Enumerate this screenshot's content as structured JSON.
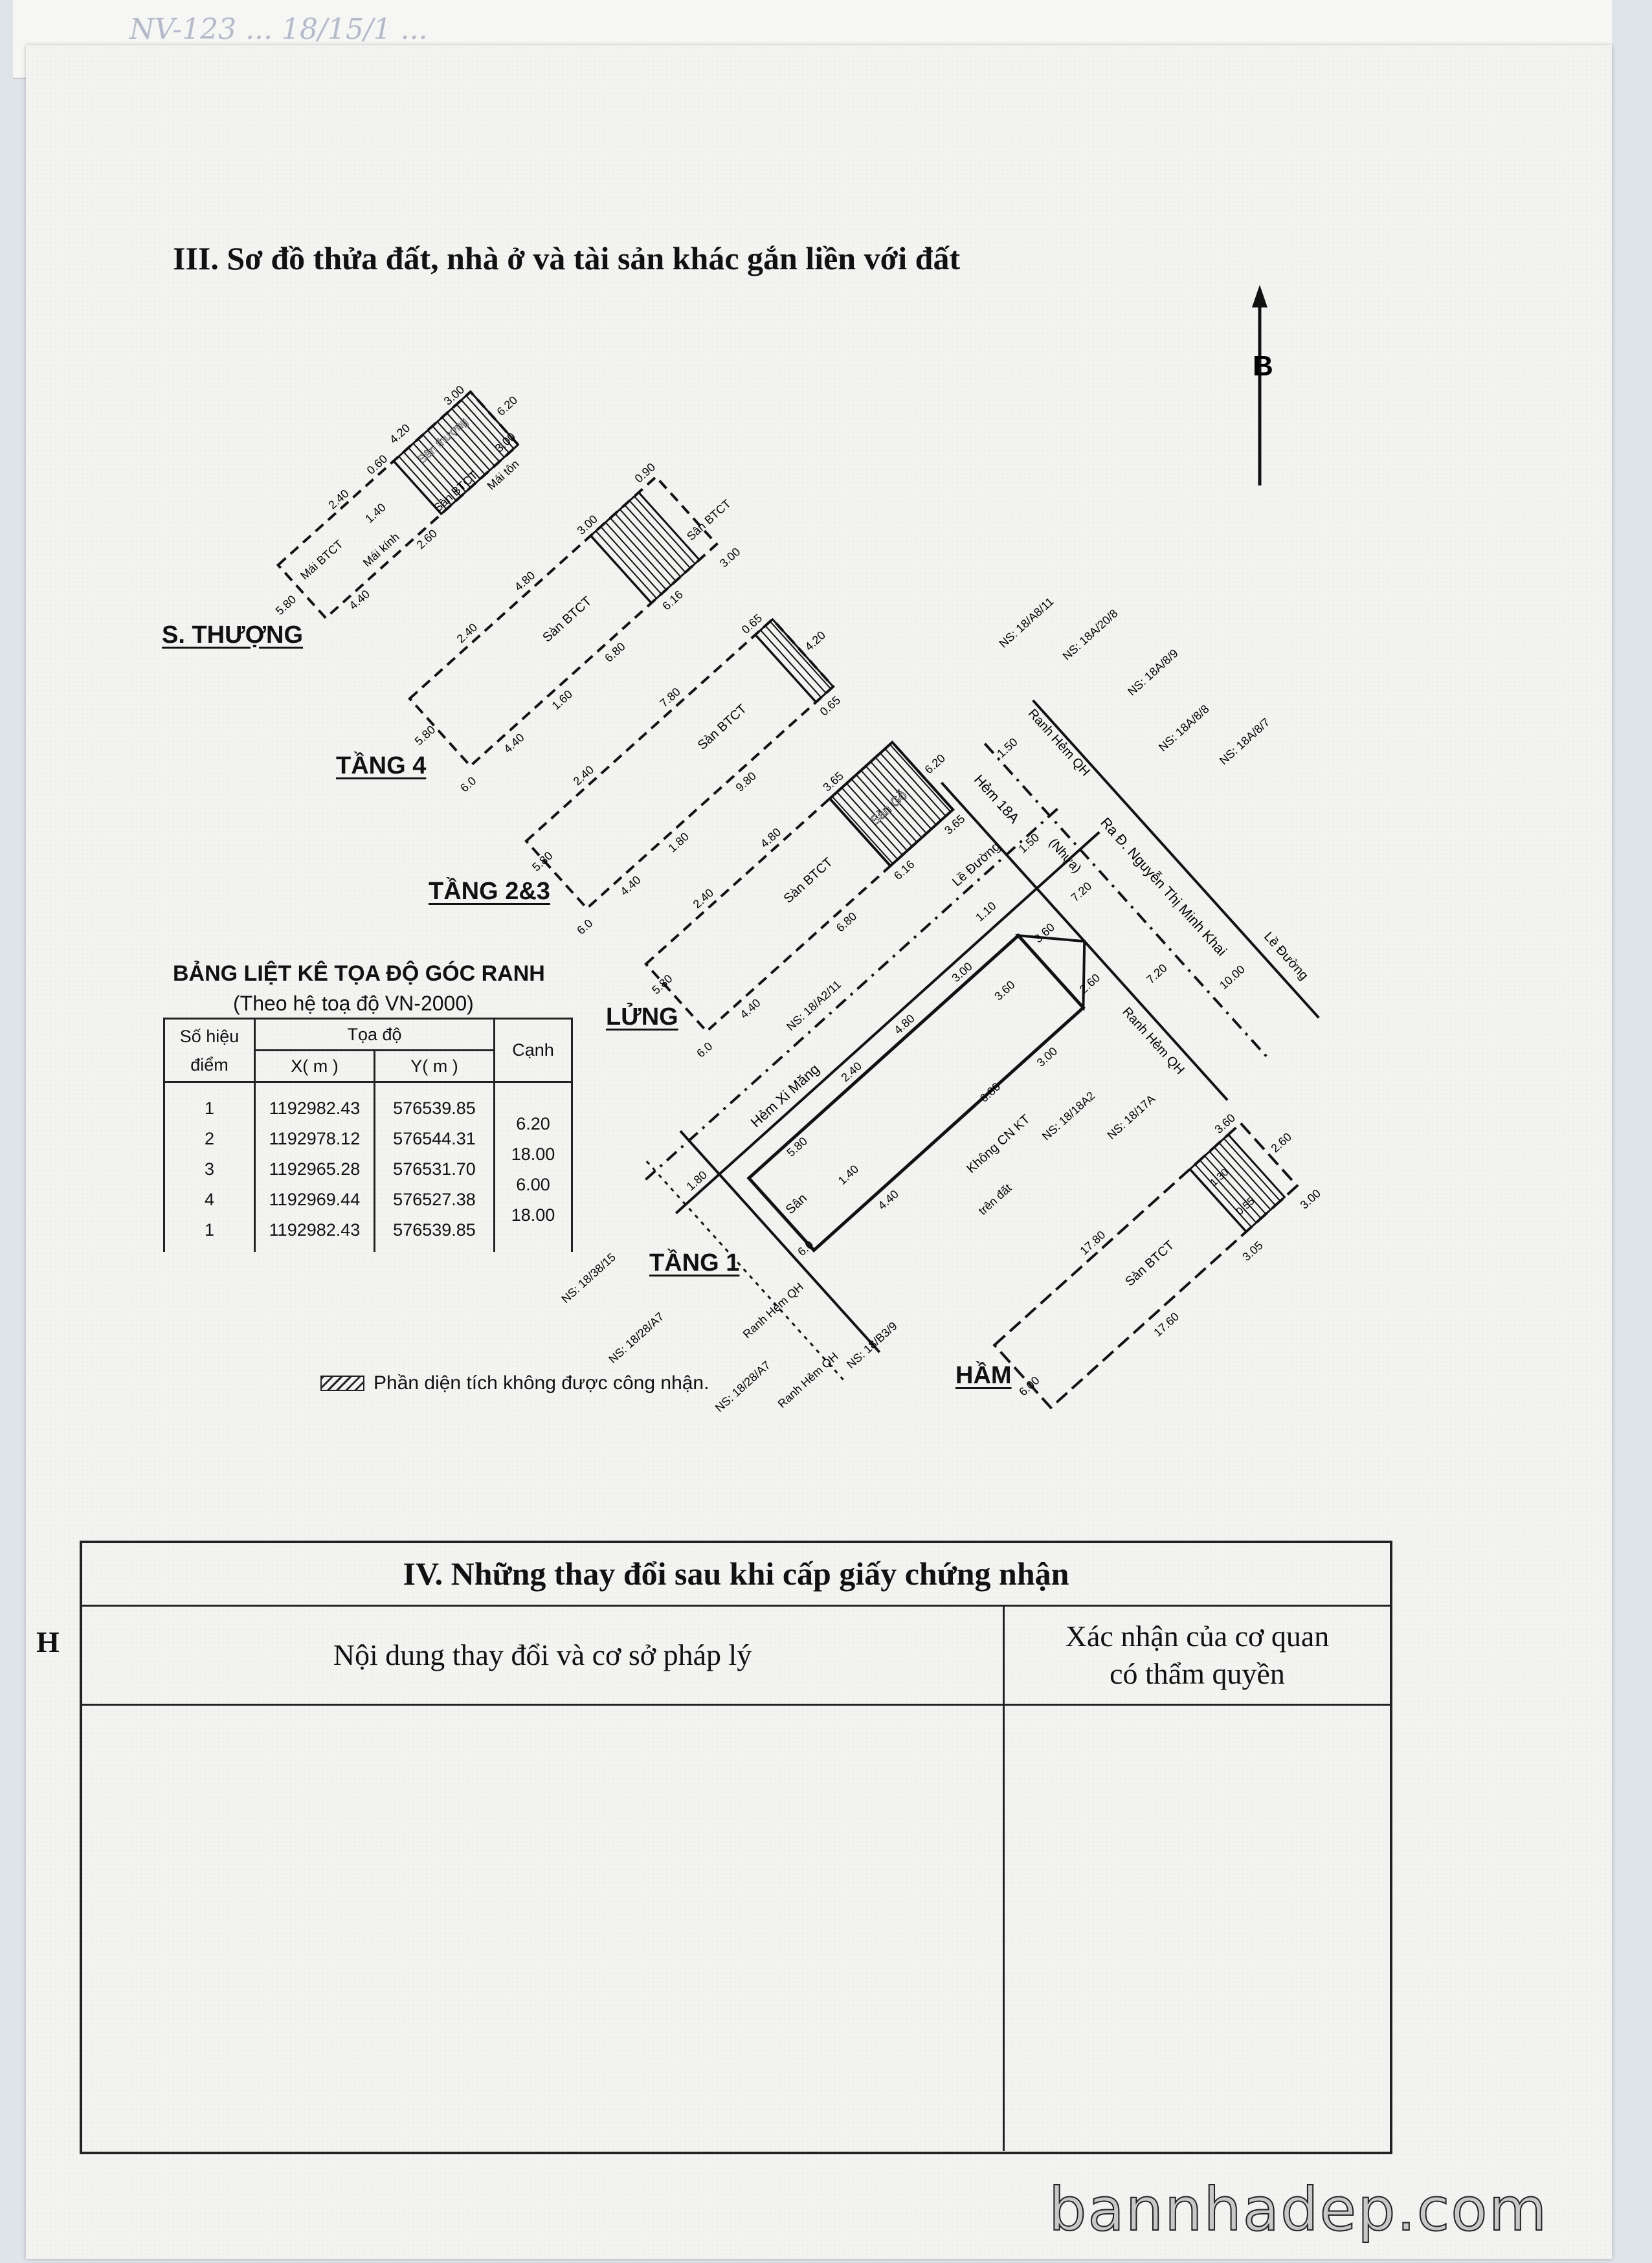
{
  "top_sheet": {
    "handwriting": "NV-123 ... 18/15/1 ..."
  },
  "section3": {
    "title": "III. Sơ đồ thửa đất, nhà ở và tài sản khác gắn liền với đất",
    "north_label": "B",
    "floors": {
      "san_thuong": {
        "label": "S. THƯỢNG",
        "texts": [
          "Sân thượng",
          "Sàn BTCT",
          "Mái tôn",
          "Mái BTCT",
          "Mái kính"
        ],
        "dims": [
          "3.00",
          "6.20",
          "4.20",
          "2.40",
          "0.60",
          "5.80",
          "4.40",
          "3.00",
          "1.40",
          "2.60"
        ]
      },
      "tang4": {
        "label": "TẦNG 4",
        "texts": [
          "Sàn BTCT",
          "Sân BTCT"
        ],
        "dims": [
          "5.80",
          "6.0",
          "4.40",
          "2.40",
          "4.80",
          "3.00",
          "0.90",
          "6.16",
          "6.80",
          "1.60",
          "3.00"
        ]
      },
      "tang23": {
        "label": "TẦNG 2&3",
        "texts": [
          "Sàn BTCT"
        ],
        "dims": [
          "5.80",
          "6.0",
          "4.40",
          "2.40",
          "7.80",
          "9.80",
          "0.65",
          "4.20",
          "0.65",
          "1.80"
        ]
      },
      "lung": {
        "label": "LỬNG",
        "texts": [
          "Sàn BTCT",
          "Sàn Gỗ"
        ],
        "dims": [
          "5.80",
          "6.0",
          "4.40",
          "2.40",
          "4.80",
          "3.65",
          "6.20",
          "6.16",
          "3.65",
          "6.80"
        ]
      },
      "tang1": {
        "label": "TẦNG 1",
        "texts": [
          "Hẻm Xi Măng",
          "Sân",
          "Không CN KT",
          "trên đất",
          "Lề Đường",
          "Hẻm 18A",
          "(Nhựa)",
          "Ranh Hẻm QH",
          "Ra Đ. Nguyễn Thị Minh Khai",
          "Lề Đường",
          "Ranh Hẻm QH"
        ],
        "dims": [
          "1.80",
          "5.80",
          "2.40",
          "4.80",
          "3.00",
          "3.60",
          "3.60",
          "2.60",
          "3.00",
          "6.80",
          "4.40",
          "6.0",
          "1.10",
          "1.50",
          "7.20",
          "7.20",
          "10.00",
          "1.50",
          "1.40"
        ],
        "neighbors": [
          "NS: 18/A2/11",
          "NS: 18/18A2",
          "NS: 18/17A",
          "NS: 18/38/15",
          "NS: 18/28/A7",
          "NS: 18/28/A7",
          "NS: 18/B3/9",
          "NS: 18/A8/11",
          "NS: 18A/20/8",
          "NS: 18A/8/9",
          "NS: 18A/8/8",
          "NS: 18A/8/7"
        ],
        "road_labels": [
          "Ranh Hẻm QH",
          "Ranh Hẻm QH"
        ]
      },
      "ham": {
        "label": "HẦM",
        "texts": [
          "Sàn BTCT"
        ],
        "dims": [
          "17.80",
          "17.60",
          "6.00",
          "3.60",
          "2.60",
          "3.00",
          "1.30",
          "0.55",
          "3.05"
        ]
      }
    },
    "coord_table": {
      "title": "BẢNG LIỆT KÊ TỌA ĐỘ GÓC RANH",
      "subtitle": "(Theo hệ toạ độ VN-2000)",
      "headers": {
        "point": "Số hiệu điểm",
        "coords": "Tọa độ",
        "x": "X( m )",
        "y": "Y( m )",
        "edge": "Cạnh"
      },
      "rows": [
        {
          "point": "1",
          "x": "1192982.43",
          "y": "576539.85"
        },
        {
          "point": "2",
          "x": "1192978.12",
          "y": "576544.31"
        },
        {
          "point": "3",
          "x": "1192965.28",
          "y": "576531.70"
        },
        {
          "point": "4",
          "x": "1192969.44",
          "y": "576527.38"
        },
        {
          "point": "1",
          "x": "1192982.43",
          "y": "576539.85"
        }
      ],
      "edges": [
        "6.20",
        "18.00",
        "6.00",
        "18.00"
      ]
    },
    "legend": "Phần diện tích không được công nhận."
  },
  "section4": {
    "title": "IV. Những thay đổi sau khi cấp giấy chứng nhận",
    "col_left": "Nội dung thay đổi và cơ sở pháp lý",
    "col_right_line1": "Xác nhận của cơ quan",
    "col_right_line2": "có thẩm quyền"
  },
  "margin_letter": "H",
  "watermark": "bannhadep.com"
}
